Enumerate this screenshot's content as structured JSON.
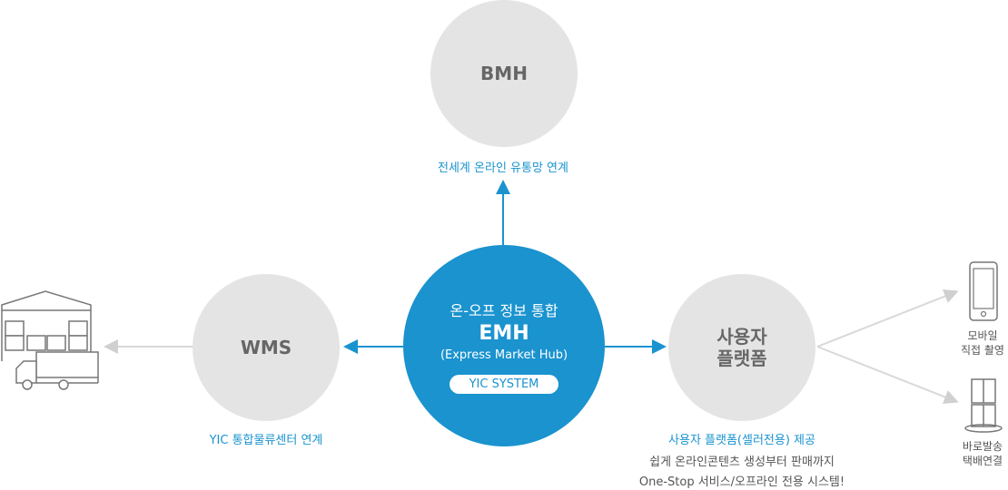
{
  "bmh": {
    "label": "BMH",
    "caption": "전세계 온라인 유통망 연계"
  },
  "emh": {
    "line1": "온-오프 정보 통합",
    "title": "EMH",
    "subtitle": "(Express Market Hub)",
    "pill": "YIC SYSTEM"
  },
  "wms": {
    "label": "WMS",
    "caption": "YIC 통합물류센터 연계"
  },
  "platform": {
    "label_line1": "사용자",
    "label_line2": "플랫폼",
    "caption": "사용자 플랫폼(셀러전용) 제공",
    "desc_line1": "쉽게 온라인콘텐츠 생성부터 판매까지",
    "desc_line2": "One-Stop 서비스/오프라인 전용 시스템!"
  },
  "mobile": {
    "line1": "모바일",
    "line2": "직접 촬영"
  },
  "delivery": {
    "line1": "바로발송",
    "line2": "택배연결"
  },
  "colors": {
    "accent": "#1a93cf",
    "circle_grey": "#e4e4e4",
    "arrow_grey": "#d8d8d8"
  }
}
